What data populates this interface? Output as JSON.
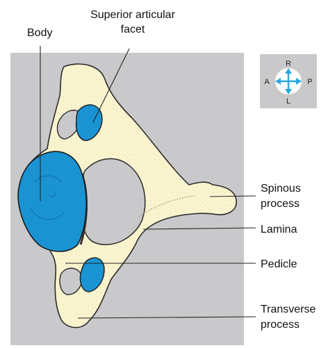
{
  "labels": {
    "body": "Body",
    "superior_facet_line1": "Superior articular",
    "superior_facet_line2": "facet",
    "spinous_line1": "Spinous",
    "spinous_line2": "process",
    "lamina": "Lamina",
    "pedicle": "Pedicle",
    "transverse_line1": "Transverse",
    "transverse_line2": "process"
  },
  "orientation": {
    "top": "R",
    "bottom": "L",
    "left": "A",
    "right": "P"
  },
  "colors": {
    "background_panel": "#c9c9cb",
    "bone": "#fbf5cf",
    "highlight": "#1a93d3",
    "arrow": "#2aa8e0",
    "line": "#222222"
  }
}
